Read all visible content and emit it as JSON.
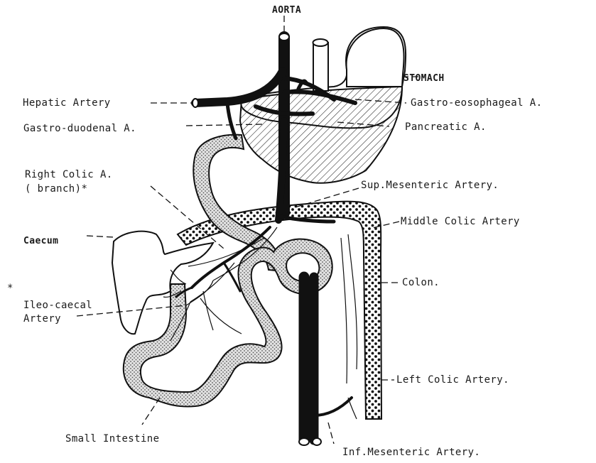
{
  "labels": {
    "aorta": "AORTA",
    "stomach": "STOMACH",
    "hepatic": "Hepatic Artery",
    "gastro_eso": "Gastro-eosophageal  A.",
    "gastro_duo": "Gastro-duodenal  A.",
    "pancreatic": "Pancreatic  A.",
    "right_colic_1": "Right Colic  A.",
    "right_colic_2": "( branch)*",
    "sup_mes": "Sup.Mesenteric Artery.",
    "caecum": "Caecum",
    "middle_colic": "Middle Colic Artery",
    "colon": "Colon.",
    "asterisk": "*",
    "ileo_1": "Ileo-caecal",
    "ileo_2": "Artery",
    "left_colic": "Left Colic Artery.",
    "small_intestine": "Small Intestine",
    "inf_mes": "Inf.Mesenteric Artery."
  }
}
